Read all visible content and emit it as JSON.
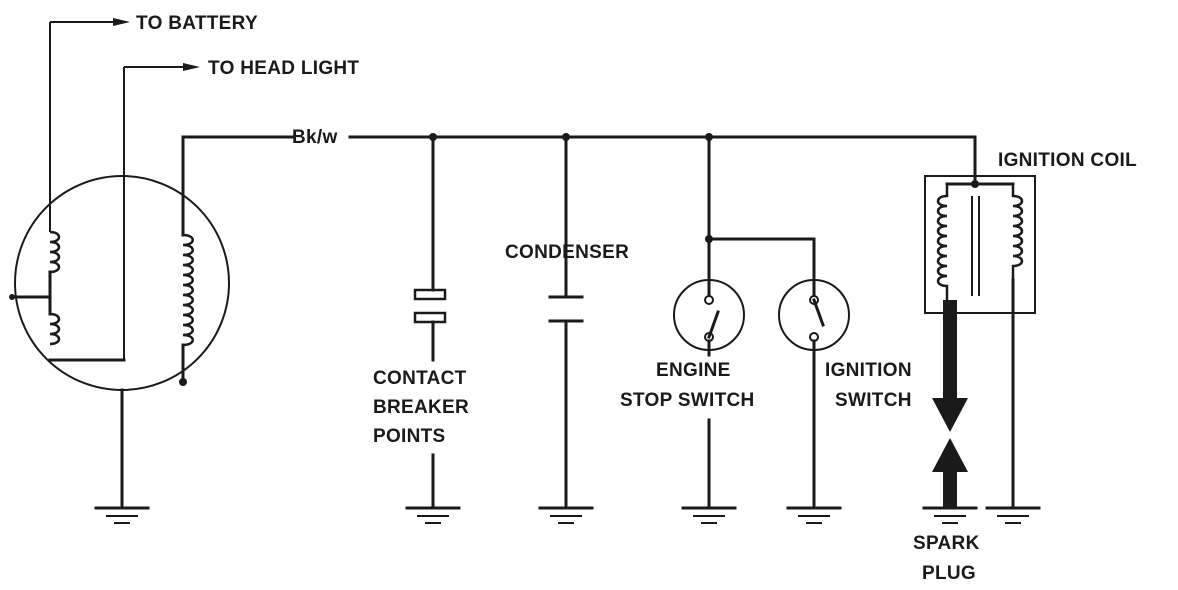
{
  "labels": {
    "to_battery": "TO BATTERY",
    "to_head_light": "TO HEAD LIGHT",
    "wire_color": "Bk/w",
    "condenser": "CONDENSER",
    "ignition_coil": "IGNITION COIL",
    "contact_breaker": [
      "CONTACT",
      "BREAKER",
      "POINTS"
    ],
    "engine_stop_switch": [
      "ENGINE",
      "STOP SWITCH"
    ],
    "ignition_switch": [
      "IGNITION",
      "SWITCH"
    ],
    "spark_plug": [
      "SPARK",
      "PLUG"
    ]
  }
}
